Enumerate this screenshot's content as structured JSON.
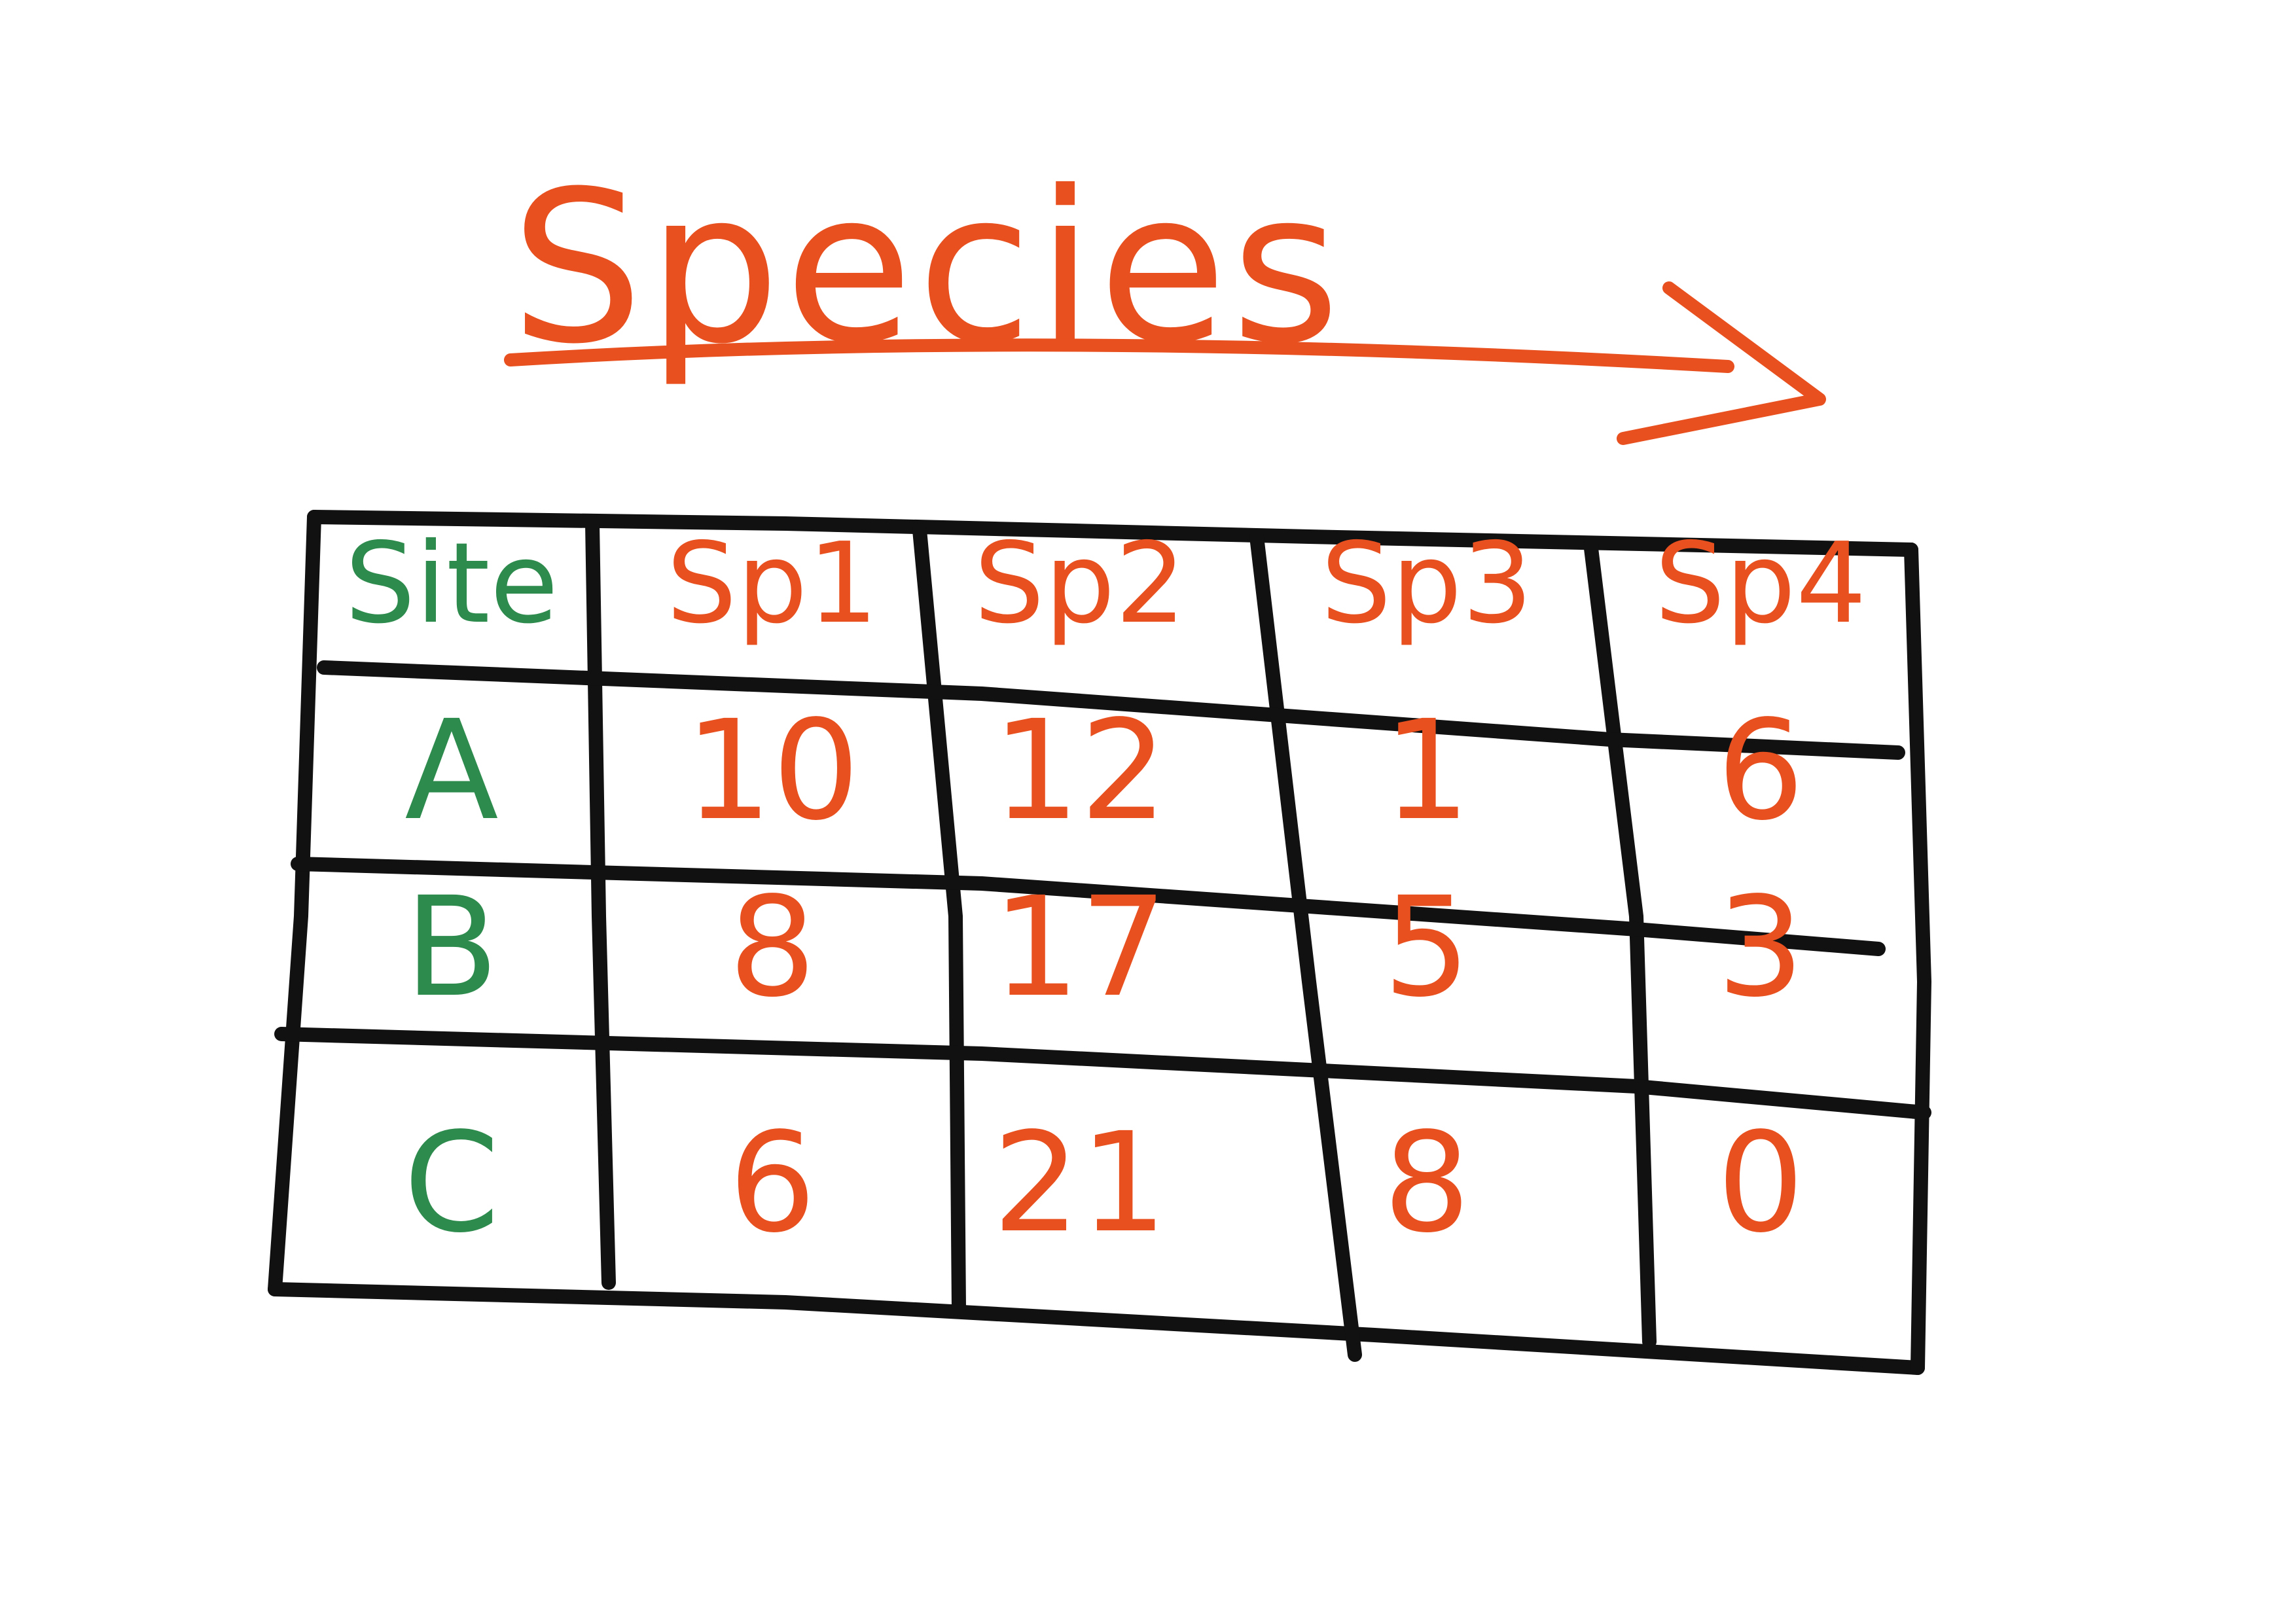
{
  "title": "Species",
  "colors": {
    "species_ink": "#e8501f",
    "site_ink": "#2e8b4e",
    "grid_ink": "#111111",
    "background": "#ffffff"
  },
  "chart_data": {
    "type": "table",
    "columns": [
      "Site",
      "Sp1",
      "Sp2",
      "Sp3",
      "Sp4"
    ],
    "rows": [
      [
        "A",
        "10",
        "12",
        "1",
        "6"
      ],
      [
        "B",
        "8",
        "17",
        "5",
        "3"
      ],
      [
        "C",
        "6",
        "21",
        "8",
        "0"
      ]
    ]
  }
}
